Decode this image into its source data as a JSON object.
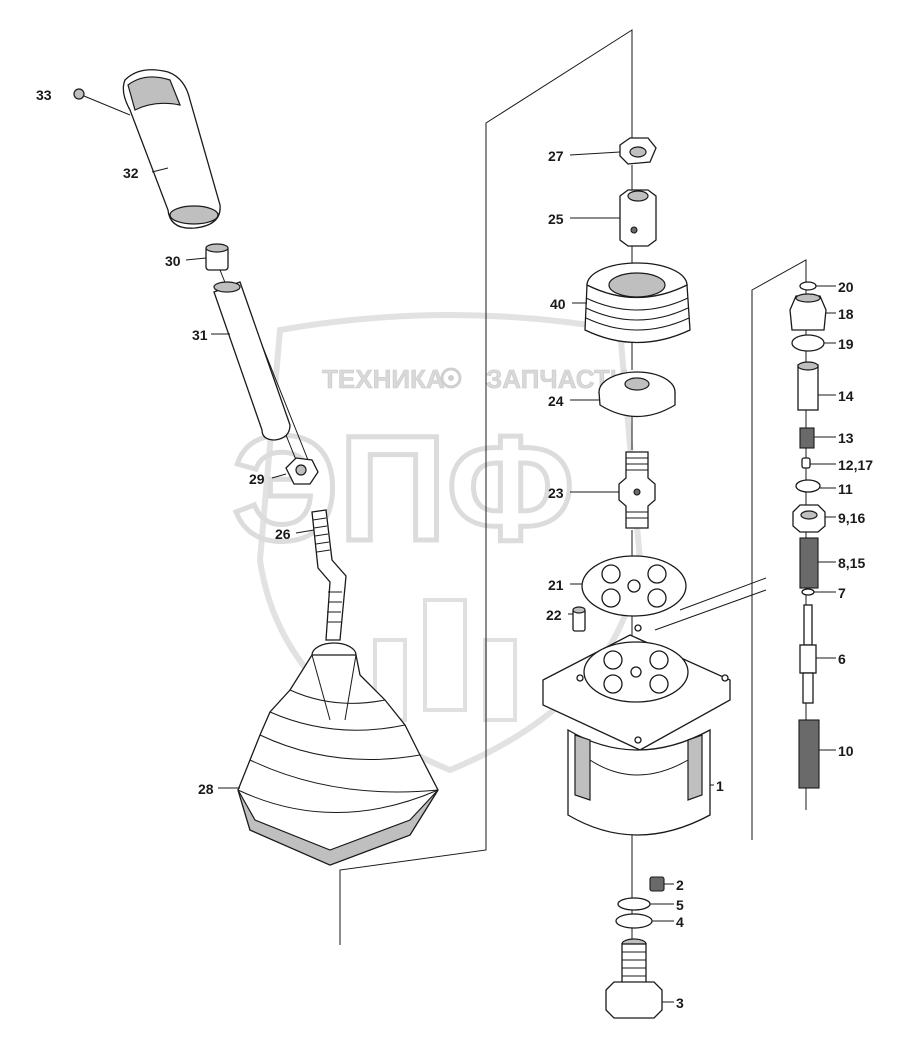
{
  "watermark": {
    "line1_left": "ТЕХНИКА",
    "line1_right": "ЗАПЧАСТИ",
    "big_letters": "ЭПФ",
    "gear_icon": "gear-icon"
  },
  "callouts": {
    "c1": "1",
    "c2": "2",
    "c3": "3",
    "c4": "4",
    "c5": "5",
    "c6": "6",
    "c7": "7",
    "c8_15": "8,15",
    "c9_16": "9,16",
    "c10": "10",
    "c11": "11",
    "c12_17": "12,17",
    "c13": "13",
    "c14": "14",
    "c18": "18",
    "c19": "19",
    "c20": "20",
    "c21": "21",
    "c22": "22",
    "c23": "23",
    "c24": "24",
    "c25": "25",
    "c26": "26",
    "c27": "27",
    "c28": "28",
    "c29": "29",
    "c30": "30",
    "c31": "31",
    "c32": "32",
    "c33": "33",
    "c40": "40"
  }
}
